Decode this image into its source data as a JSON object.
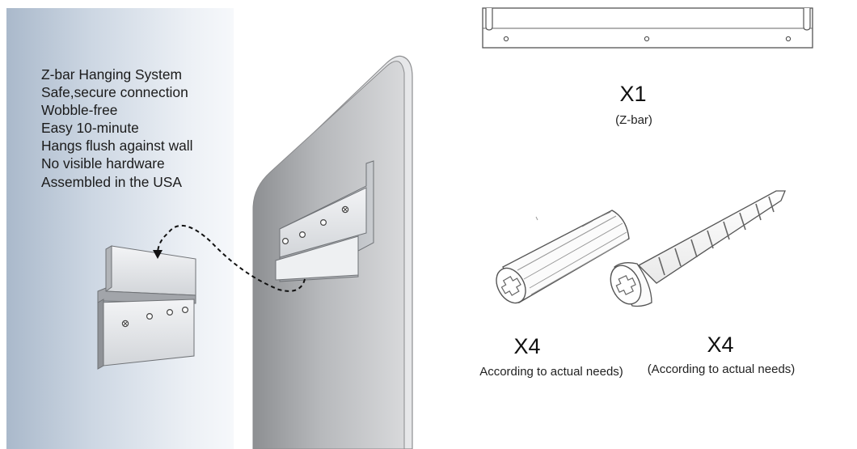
{
  "features": {
    "items": [
      "Z-bar Hanging System",
      "Safe,secure connection",
      "Wobble-free",
      "Easy 10-minute",
      "Hangs flush against wall",
      "No visible hardware",
      "Assembled in the USA"
    ]
  },
  "parts": [
    {
      "quantity": "X1",
      "caption": "(Z-bar)"
    },
    {
      "quantity": "X4",
      "caption": "According to actual needs)"
    },
    {
      "quantity": "X4",
      "caption": "(According to actual needs)"
    }
  ],
  "icons": [
    "z-bar-bracket-icon",
    "wall-anchor-icon",
    "screw-icon"
  ],
  "colors": {
    "wall_left": "#aab9cb",
    "wall_right": "#f6f8fb",
    "mirror": "#b9babc",
    "metal": "#e4e6e9",
    "line": "#555555"
  }
}
